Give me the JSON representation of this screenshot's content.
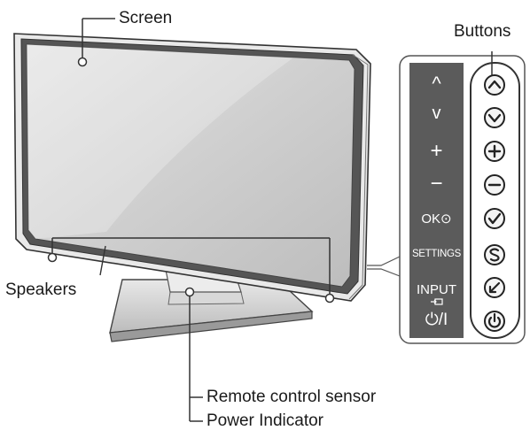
{
  "callouts": {
    "screen": "Screen",
    "buttons": "Buttons",
    "speakers": "Speakers",
    "remote_sensor": "Remote control sensor",
    "power_indicator": "Power Indicator"
  },
  "panel_labels": {
    "up": "^",
    "down": "v",
    "plus": "+",
    "minus": "−",
    "ok": "OK⊙",
    "settings": "SETTINGS",
    "input": "INPUT",
    "power": "⏻/I"
  },
  "button_icons": [
    "up-icon",
    "down-icon",
    "plus-icon",
    "minus-icon",
    "check-icon",
    "settings-s-icon",
    "input-arrow-icon",
    "power-icon"
  ],
  "colors": {
    "line": "#333333",
    "bezel": "#555555",
    "screen": "#c8c8c8",
    "panel": "#5b5b5b",
    "button_fill": "#f4f4f4"
  }
}
